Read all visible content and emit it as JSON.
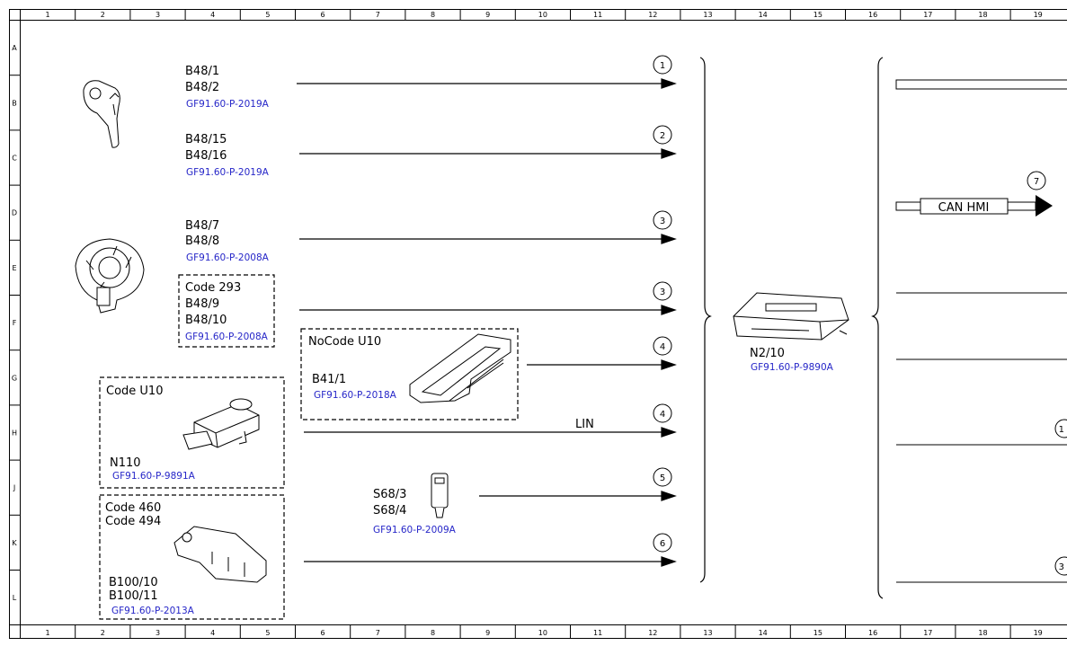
{
  "grid": {
    "columns": [
      "1",
      "2",
      "3",
      "4",
      "5",
      "6",
      "7",
      "8",
      "9",
      "10",
      "11",
      "12",
      "13",
      "14",
      "15",
      "16",
      "17",
      "18",
      "19"
    ],
    "rows": [
      "A",
      "B",
      "C",
      "D",
      "E",
      "F",
      "G",
      "H",
      "J",
      "K",
      "L"
    ]
  },
  "components": {
    "b48_1": "B48/1",
    "b48_2": "B48/2",
    "ref_2019a_1": "GF91.60-P-2019A",
    "b48_15": "B48/15",
    "b48_16": "B48/16",
    "ref_2019a_2": "GF91.60-P-2019A",
    "b48_7": "B48/7",
    "b48_8": "B48/8",
    "ref_2008a_1": "GF91.60-P-2008A",
    "code293": "Code 293",
    "b48_9": "B48/9",
    "b48_10": "B48/10",
    "ref_2008a_2": "GF91.60-P-2008A",
    "nocode_u10": "NoCode U10",
    "b41_1": "B41/1",
    "ref_2018a": "GF91.60-P-2018A",
    "code_u10": "Code U10",
    "n110": "N110",
    "ref_9891a": "GF91.60-P-9891A",
    "code460": "Code 460",
    "code494": "Code 494",
    "b100_10": "B100/10",
    "b100_11": "B100/11",
    "ref_2013a": "GF91.60-P-2013A",
    "s68_3": "S68/3",
    "s68_4": "S68/4",
    "ref_2009a": "GF91.60-P-2009A",
    "n2_10": "N2/10",
    "ref_9890a": "GF91.60-P-9890A"
  },
  "signals": {
    "s1": "1",
    "s2": "2",
    "s3a": "3",
    "s3b": "3",
    "s4a": "4",
    "s4b": "4",
    "s5": "5",
    "s6": "6",
    "s7": "7",
    "lin": "LIN",
    "can_hmi": "CAN HMI",
    "edge1": "1",
    "edge3": "3"
  }
}
